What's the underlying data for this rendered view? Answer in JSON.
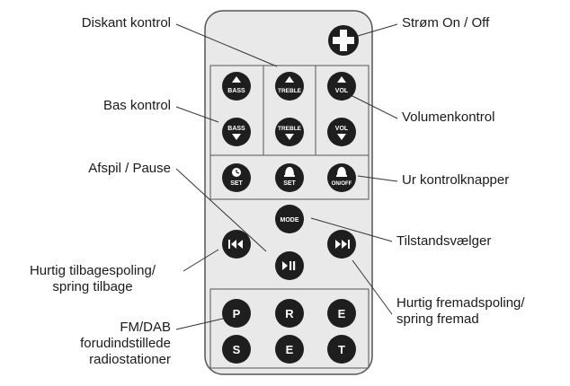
{
  "callouts": {
    "diskant": "Diskant kontrol",
    "bas": "Bas kontrol",
    "afspil": "Afspil / Pause",
    "hurtig_tilbage": [
      "Hurtig tilbagespoling/",
      "spring tilbage"
    ],
    "fm_dab": [
      "FM/DAB",
      "forudindstillede",
      "radiostationer"
    ],
    "strom": "Strøm On / Off",
    "volumen": "Volumenkontrol",
    "ur": "Ur kontrolknapper",
    "tilstand": "Tilstandsvælger",
    "hurtig_frem": [
      "Hurtig fremadspoling/",
      "spring fremad"
    ]
  },
  "buttons": {
    "bass_up": "BASS",
    "treble_up": "TREBLE",
    "vol_up": "VOL",
    "bass_down": "BASS",
    "treble_down": "TREBLE",
    "vol_down": "VOL",
    "clock_set": "SET",
    "alarm_set": "SET",
    "alarm_onoff": "ON/OFF",
    "mode": "MODE",
    "preset_1": "P",
    "preset_2": "R",
    "preset_3": "E",
    "preset_4": "S",
    "preset_5": "E",
    "preset_6": "T"
  },
  "icons": {
    "power": "plus-icon",
    "up": "triangle-up-icon",
    "down": "triangle-down-icon",
    "clock": "clock-icon",
    "bell": "bell-icon",
    "prev": "skip-back-icon",
    "next": "skip-forward-icon",
    "play_pause": "play-pause-icon"
  },
  "colors": {
    "button": "#1e1e1e",
    "remote_body": "#eaeaea",
    "outline": "#555555"
  }
}
